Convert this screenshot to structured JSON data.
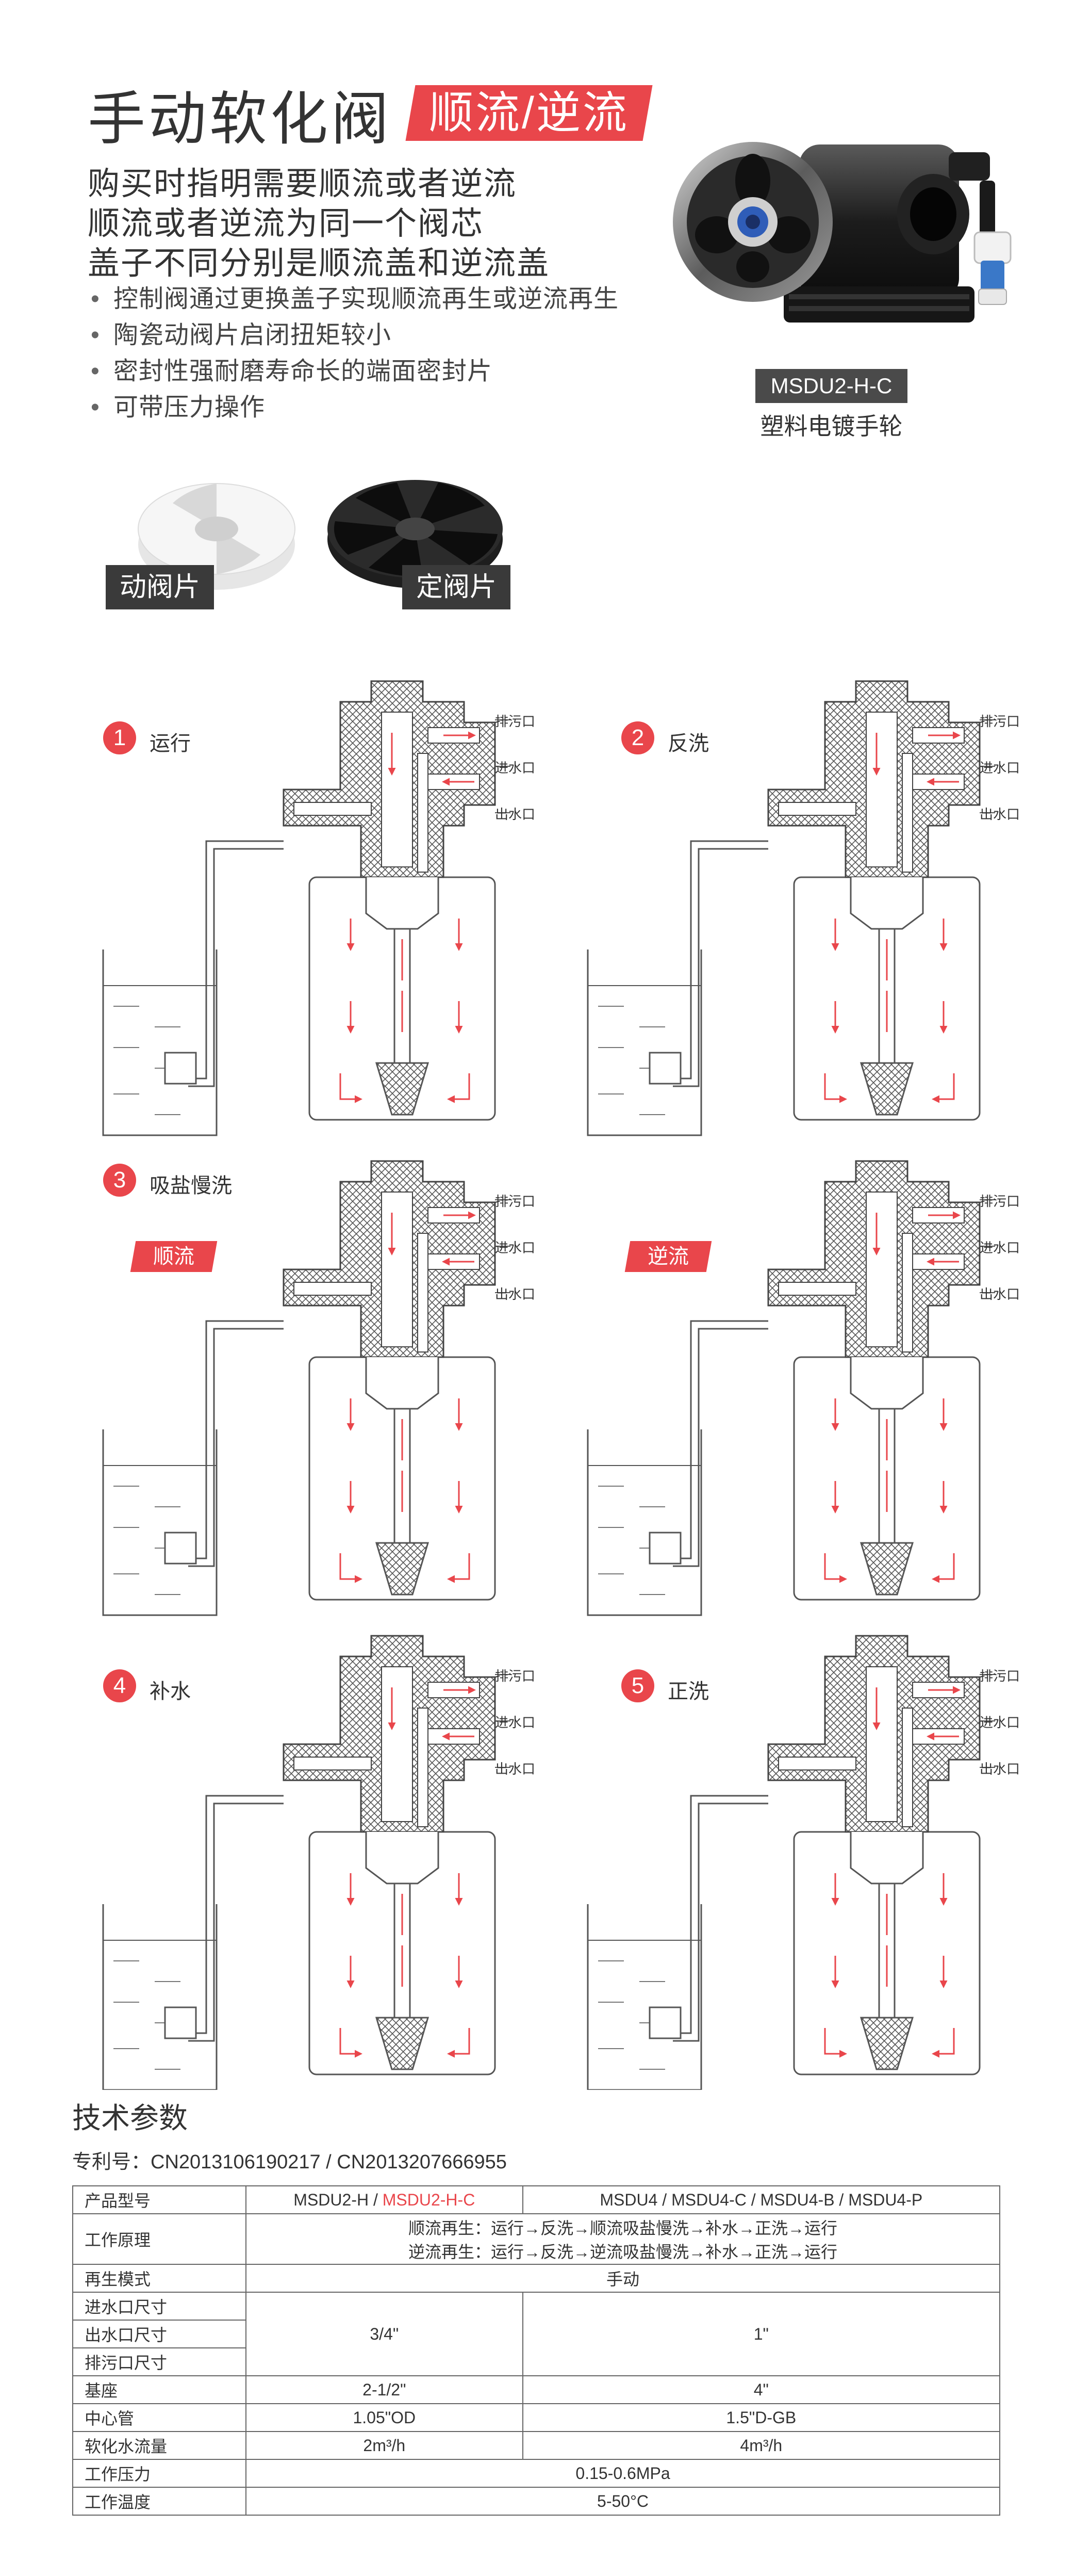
{
  "header": {
    "title": "手动软化阀",
    "badge": "顺流/逆流",
    "lead": [
      "购买时指明需要顺流或者逆流",
      "顺流或者逆流为同一个阀芯",
      "盖子不同分别是顺流盖和逆流盖"
    ],
    "bullets": [
      "控制阀通过更换盖子实现顺流再生或逆流再生",
      "陶瓷动阀片启闭扭矩较小",
      "密封性强耐磨寿命长的端面密封片",
      "可带压力操作"
    ]
  },
  "product": {
    "model": "MSDU2-H-C",
    "desc": "塑料电镀手轮"
  },
  "discs": {
    "moving": "动阀片",
    "fixed": "定阀片"
  },
  "ports": {
    "drain": "排污口",
    "inlet": "进水口",
    "outlet": "出水口"
  },
  "steps": [
    {
      "num": "1",
      "label": "运行"
    },
    {
      "num": "2",
      "label": "反洗"
    },
    {
      "num": "3",
      "label": "吸盐慢洗"
    },
    {
      "num": "4",
      "label": "补水"
    },
    {
      "num": "5",
      "label": "正洗"
    }
  ],
  "flow_tags": {
    "co": "顺流",
    "counter": "逆流"
  },
  "specs": {
    "title": "技术参数",
    "patent": "专利号：CN2013106190217 / CN2013207666955",
    "rows": {
      "model_k": "产品型号",
      "model_a1": "MSDU2-H / ",
      "model_a2": "MSDU2-H-C",
      "model_b": "MSDU4 / MSDU4-C / MSDU4-B / MSDU4-P",
      "principle_k": "工作原理",
      "principle_1": "顺流再生：运行→反洗→顺流吸盐慢洗→补水→正洗→运行",
      "principle_2": "逆流再生：运行→反洗→逆流吸盐慢洗→补水→正洗→运行",
      "mode_k": "再生模式",
      "mode_v": "手动",
      "in_k": "进水口尺寸",
      "out_k": "出水口尺寸",
      "drain_k": "排污口尺寸",
      "port_a": "3/4\"",
      "port_b": "1\"",
      "base_k": "基座",
      "base_a": "2-1/2\"",
      "base_b": "4\"",
      "tube_k": "中心管",
      "tube_a": "1.05\"OD",
      "tube_b": "1.5\"D-GB",
      "flow_k": "软化水流量",
      "flow_a": "2m³/h",
      "flow_b": "4m³/h",
      "pressure_k": "工作压力",
      "pressure_v": "0.15-0.6MPa",
      "temp_k": "工作温度",
      "temp_v": "5-50°C"
    }
  },
  "colors": {
    "accent": "#e9464b",
    "dark": "#3a3a3a",
    "hatch": "#555555"
  }
}
